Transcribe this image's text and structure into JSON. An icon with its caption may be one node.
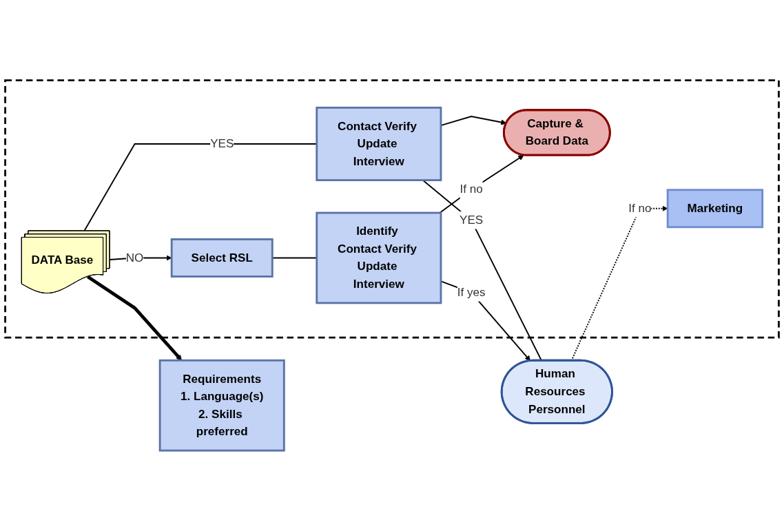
{
  "diagram": {
    "nodes": [
      {
        "text": [
          "Requirements",
          "1. Language(s)",
          "2. Skills preferred"
        ]
      },
      {
        "text": [],
        "shape": "box"
      },
      {
        "text": [
          "DATA Base"
        ],
        "in": 1
      },
      {
        "text": [
          "Contact Verify Update Interview"
        ],
        "in": 1
      },
      {
        "text": [
          "Human Resources Personnel"
        ]
      },
      {
        "text": [
          "Marketing"
        ],
        "in": 1
      },
      {
        "text": [
          "Capture & Board Data"
        ],
        "in": 1
      },
      {
        "text": [
          "Select RSL"
        ],
        "in": 1
      },
      {
        "text": [
          "Identify Contact Verify Update Interview"
        ],
        "in": 1
      }
    ],
    "edges": [
      {
        "from": 2,
        "to": 0,
        "arrow": "to",
        "style": "thick"
      },
      {
        "from": 2,
        "to": 3,
        "arrow": "none",
        "label": "YES"
      },
      {
        "from": 3,
        "to": 4,
        "arrow": "none",
        "label": "YES"
      },
      {
        "from": 4,
        "to": 5,
        "arrow": "to",
        "style": "dashed",
        "label": "If no"
      },
      {
        "from": 3,
        "to": 6,
        "arrow": "to"
      },
      {
        "from": 2,
        "to": 7,
        "arrow": "to",
        "label": "NO"
      },
      {
        "from": 7,
        "to": 8,
        "arrow": "none"
      },
      {
        "from": 8,
        "to": 6,
        "arrow": "to",
        "label": "If no"
      },
      {
        "from": 8,
        "to": 4,
        "arrow": "to",
        "label": "If yes"
      }
    ]
  }
}
